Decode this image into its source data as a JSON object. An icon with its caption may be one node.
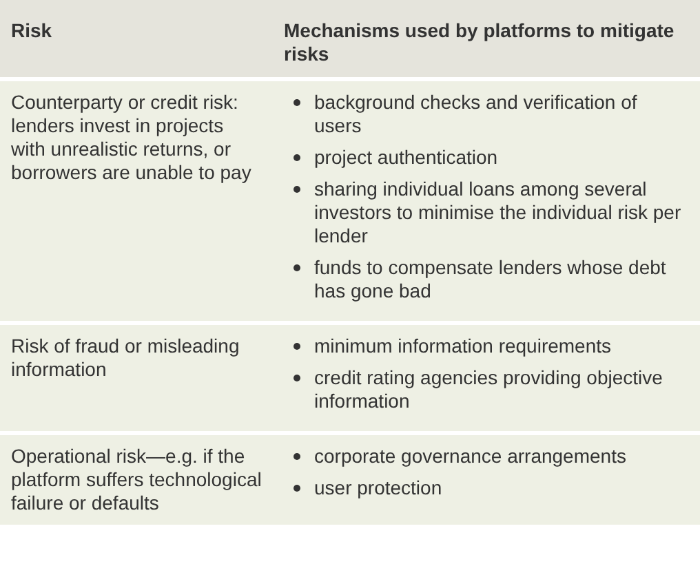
{
  "diagram": {
    "labels": [
      "Risk",
      "Mechanisms used by platforms to mitigate risks",
      "Counterparty or credit risk: lenders invest in projects with unrealistic returns, or borrowers are unable to pay",
      "background checks and verification of users",
      "project authentication",
      "sharing individual loans among several investors to minimise the individual risk per lender",
      "funds to compensate lenders whose debt has gone bad",
      "Risk of fraud or misleading information",
      "minimum information requirements",
      "credit rating agencies providing objective information",
      "Operational risk—e.g. if the platform suffers technological failure or defaults",
      "corporate governance arrangements",
      "user protection"
    ]
  }
}
